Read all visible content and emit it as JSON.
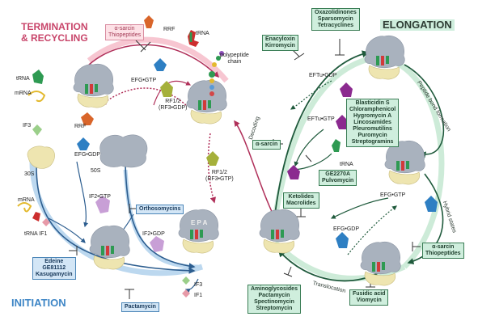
{
  "phases": {
    "termination": [
      "TERMINATION",
      "& RECYCLING"
    ],
    "elongation": "ELONGATION",
    "initiation": "INITIATION"
  },
  "labels": {
    "rrf_top": "RRF",
    "trna_top": "tRNA",
    "polypeptide": [
      "polypeptide",
      "chain"
    ],
    "trna_left": "tRNA",
    "mrna_left": "mRNA",
    "if3_left": "IF3",
    "efg_gtp_top": "EFG•GTP",
    "rf12_gdp": [
      "RF1/2",
      "(RF3•GDP)"
    ],
    "rrf_mid": "RRF",
    "efg_gdp_left": "EFG•GDP",
    "s30": "30S",
    "s50": "50S",
    "rf12_gtp": [
      "RF1/2",
      "(RF3•GTP)"
    ],
    "mrna_init": "mRNA",
    "trna_if1": "tRNA  IF1",
    "if2_gtp": "IF2•GTP",
    "if2_gdp": "IF2•GDP",
    "epa": "E P A",
    "if3_bottom": "IF3",
    "if1_bottom": "IF1",
    "eftu_gdp": "EFTu•GDP",
    "eftu_gtp": "EFTu•GTP",
    "trna_right": "tRNA",
    "decoding": "Decoding",
    "peptide_bond": "Peptide bond formation",
    "efg_gtp_right": "EFG•GTP",
    "efg_gdp_right": "EFG•GDP",
    "hybrid_states": "Hybrid states",
    "translocation": "Translocation"
  },
  "antibiotics": {
    "asarcin_top": [
      "α-sarcin",
      "Thiopeptides"
    ],
    "oxazolidinones": [
      "Oxazolidinones",
      "Sparsomycin",
      "Tetracyclines"
    ],
    "enacyloxin": [
      "Enacyloxin",
      "Kirromycin"
    ],
    "blasticidin": [
      "Blasticidin S",
      "Chloramphenicol",
      "Hygromycin A",
      "Lincosamides",
      "Pleuromutilins",
      "Puromycin",
      "Streptogramins"
    ],
    "asarcin_mid": [
      "α-sarcin"
    ],
    "ge2270a": [
      "GE2270A",
      "Pulvomycin"
    ],
    "ketolides": [
      "Ketolides",
      "Macrolides"
    ],
    "orthosomycins": [
      "Orthosomycins"
    ],
    "edeine": [
      "Edeine",
      "GE81112",
      "Kasugamycin"
    ],
    "pactamycin": [
      "Pactamycin"
    ],
    "aminoglycosides": [
      "Aminoglycosides",
      "Pactamycin",
      "Spectinomycin",
      "Streptomycin"
    ],
    "fusidic": [
      "Fusidic acid",
      "Viomycin"
    ],
    "asarcin_right": [
      "α-sarcin",
      "Thiopeptides"
    ]
  }
}
